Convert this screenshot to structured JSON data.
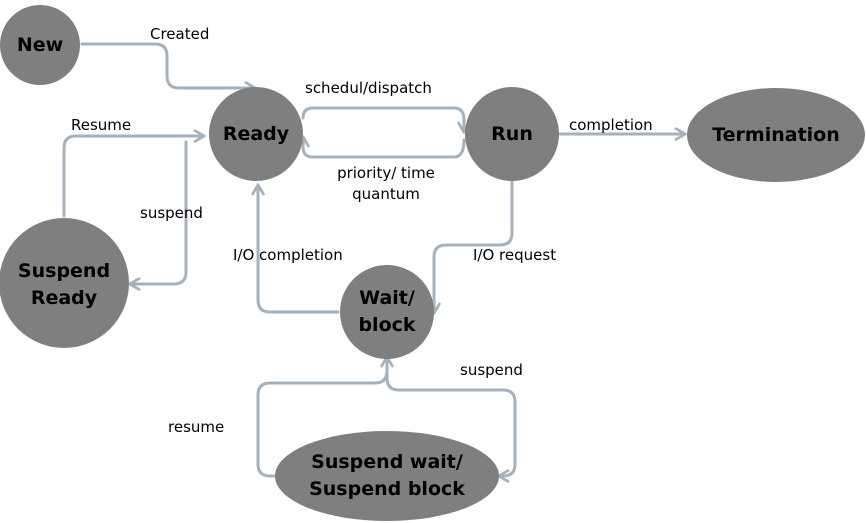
{
  "states": {
    "new": "New",
    "ready": "Ready",
    "run": "Run",
    "termination": "Termination",
    "suspend_ready": [
      "Suspend",
      "Ready"
    ],
    "wait_block": [
      "Wait/",
      "block"
    ],
    "suspend_wait": [
      "Suspend wait/",
      "Suspend block"
    ]
  },
  "transitions": {
    "created": "Created",
    "schedule_dispatch": "schedul/dispatch",
    "priority_quantum": [
      "priority/ time",
      "quantum"
    ],
    "completion": "completion",
    "resume_ready": "Resume",
    "suspend_ready": "suspend",
    "io_completion": "I/O completion",
    "io_request": "I/O request",
    "suspend_wait": "suspend",
    "resume_wait": "resume"
  },
  "colors": {
    "node_fill": "#7f7f7f",
    "edge_stroke": "#a6b2bb",
    "text": "#000000"
  }
}
